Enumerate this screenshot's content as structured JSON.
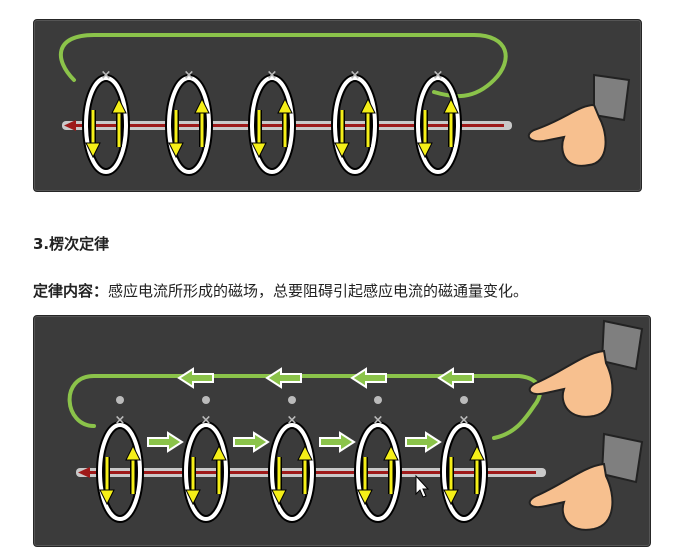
{
  "section": {
    "heading": "3.楞次定律",
    "law_label": "定律内容：",
    "law_text": "感应电流所形成的磁场，总要阻碍引起感应电流的磁通量变化。"
  },
  "figures": {
    "top": {
      "coil_count": 5,
      "marker_glyph": "×"
    },
    "bottom": {
      "coil_count": 5,
      "marker_glyph": "×",
      "green_arrow_count": 8
    }
  },
  "colors": {
    "panel_bg": "#3b3b3b",
    "wire": "#8bc34a",
    "magnet_rod": "#9e1a1a",
    "coil_arrow": "#f5ef18",
    "skin": "#f7c08f",
    "sleeve": "#808080"
  }
}
